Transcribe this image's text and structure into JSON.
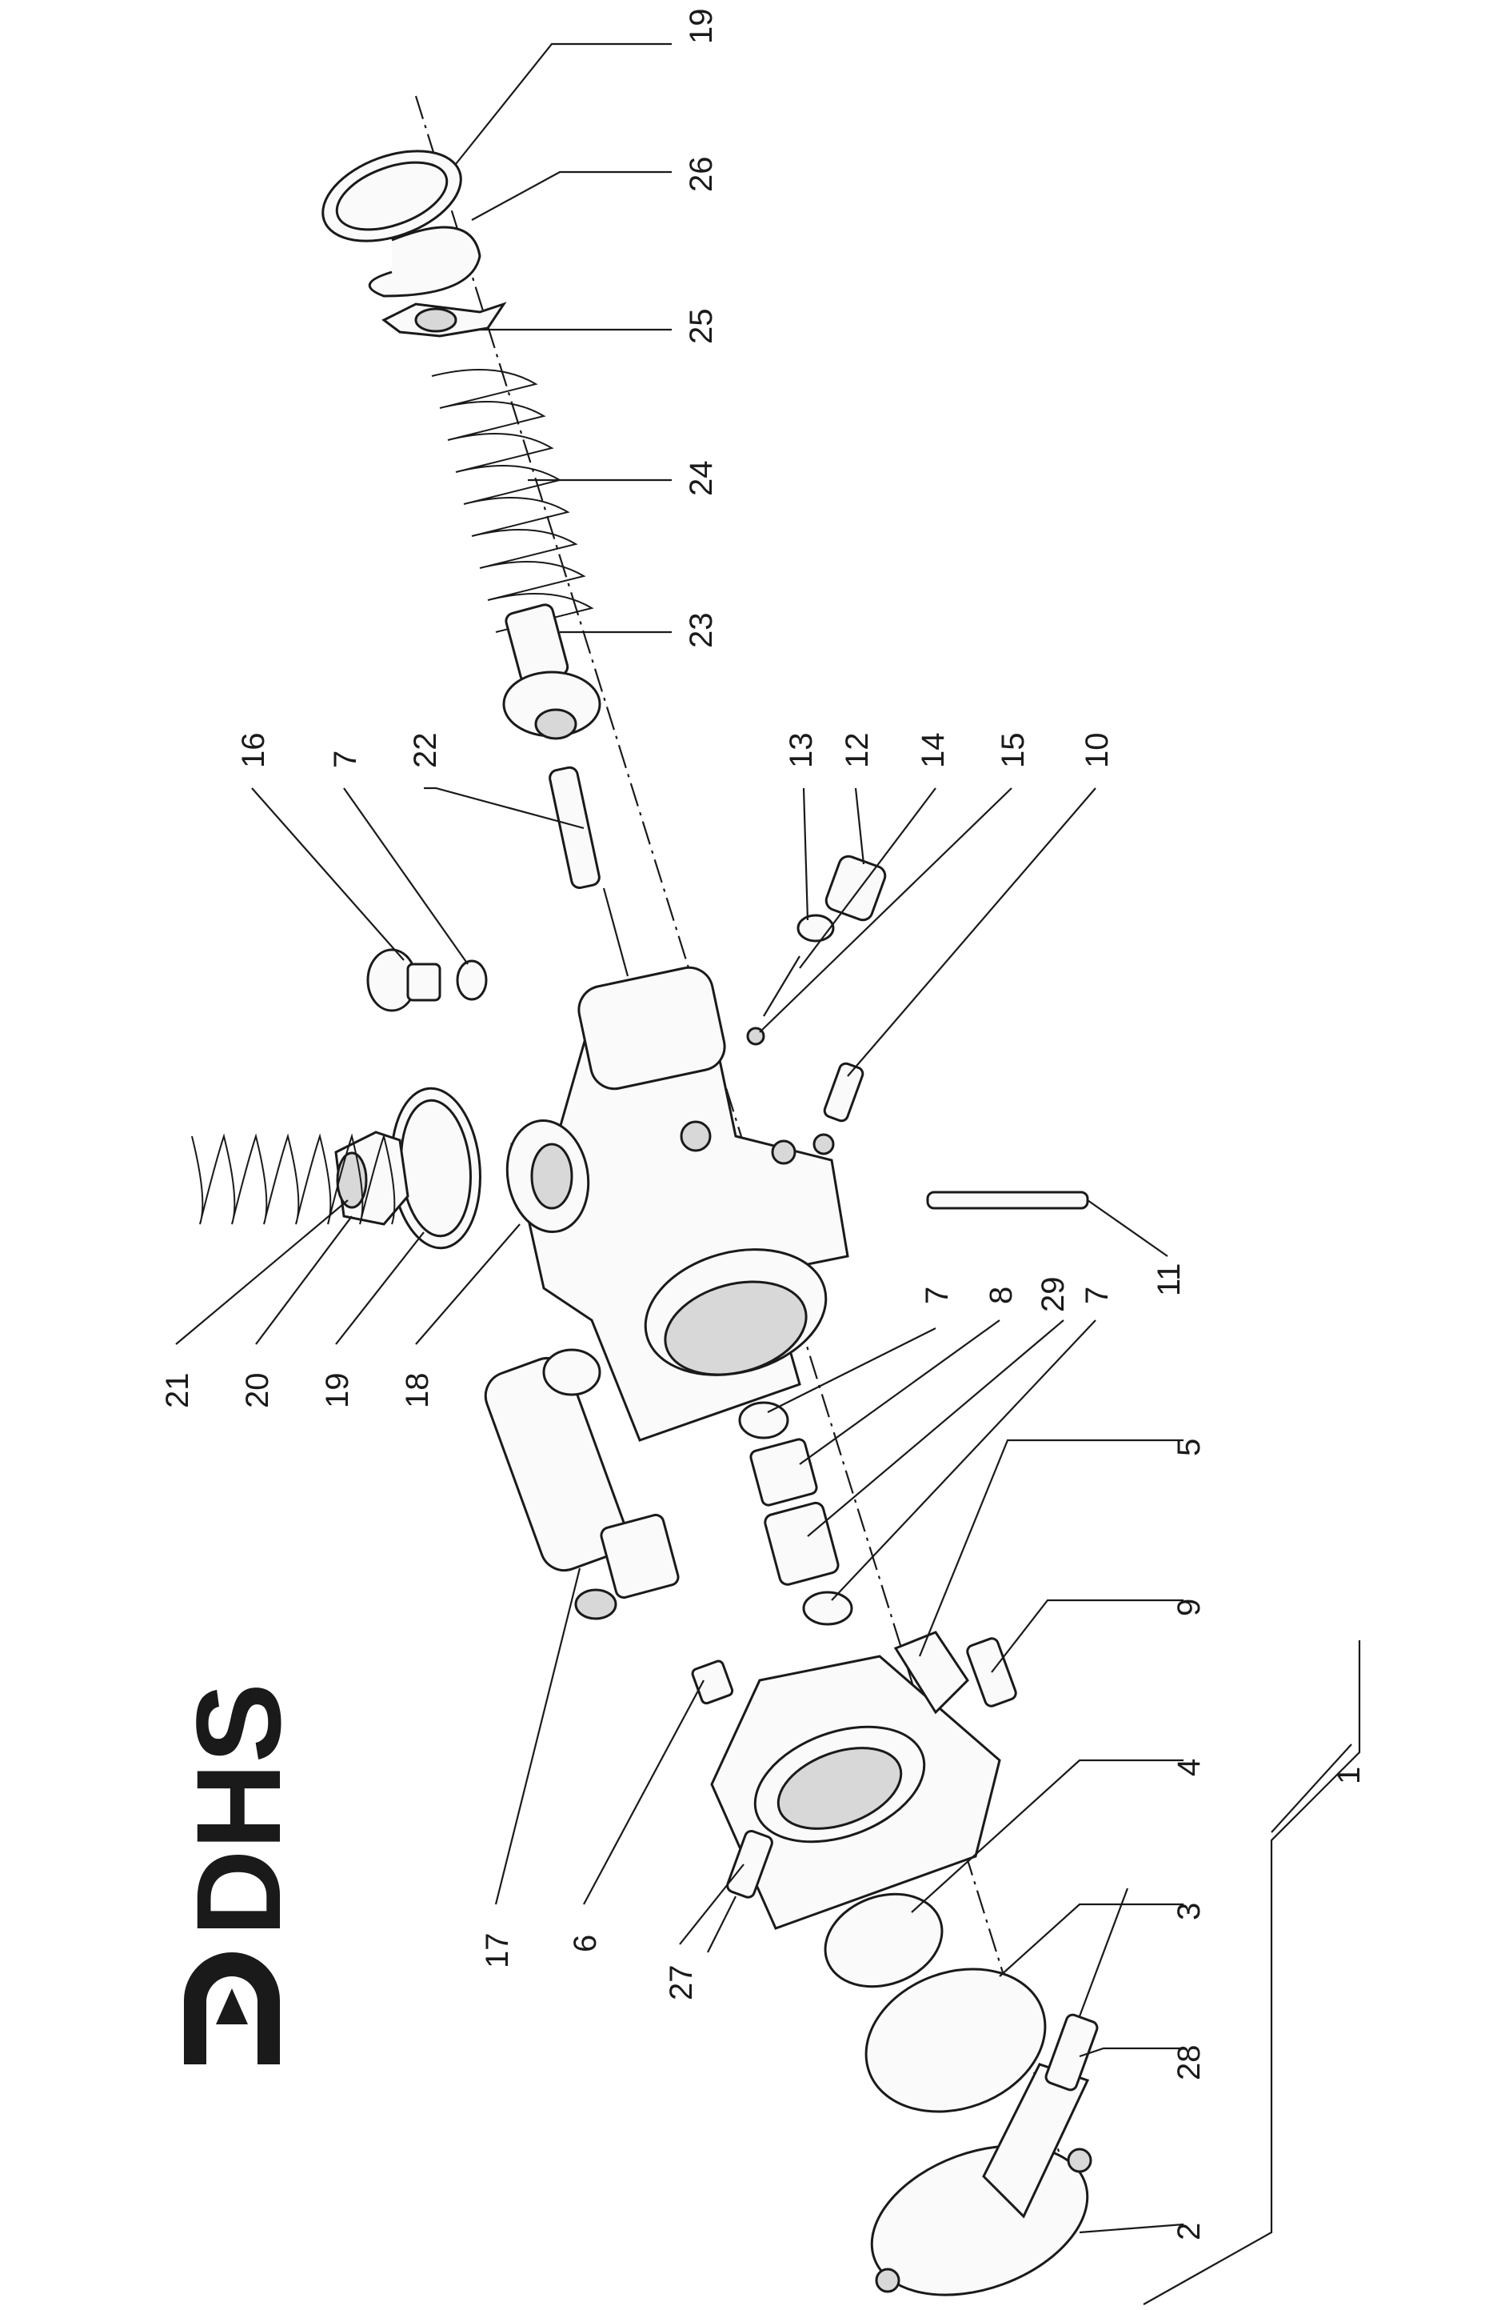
{
  "brand": {
    "logo_text": "DHS"
  },
  "callouts": [
    "1",
    "2",
    "3",
    "4",
    "5",
    "6",
    "7",
    "8",
    "9",
    "10",
    "11",
    "12",
    "13",
    "14",
    "15",
    "16",
    "17",
    "18",
    "19",
    "20",
    "21",
    "22",
    "23",
    "24",
    "25",
    "26",
    "27",
    "28",
    "29"
  ]
}
